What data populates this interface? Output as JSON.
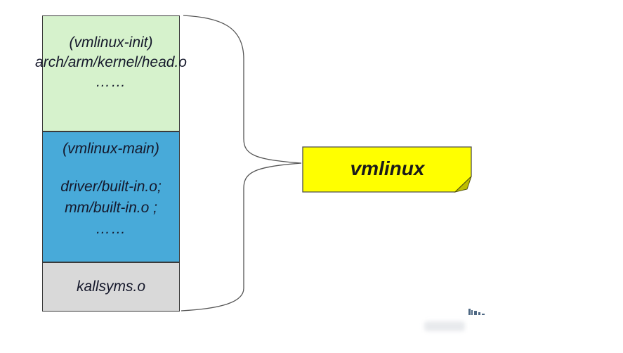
{
  "stack": {
    "border_color": "#3a3a3a",
    "sections": [
      {
        "name": "vmlinux-init",
        "bg": "#d6f2cc",
        "lines": [
          "(vmlinux-init)",
          "arch/arm/kernel/head.o",
          "……"
        ]
      },
      {
        "name": "vmlinux-main",
        "bg": "#48aad9",
        "title": "(vmlinux-main)",
        "lines": [
          "driver/built-in.o;",
          "mm/built-in.o ;",
          "……"
        ]
      },
      {
        "name": "kallsyms",
        "bg": "#d9d9d9",
        "lines": [
          "kallsyms.o"
        ]
      }
    ]
  },
  "note": {
    "label": "vmlinux",
    "bg": "#ffff00",
    "fold_color": "#bdbd00",
    "border_color": "#4d4d4d"
  },
  "brace": {
    "color": "#555555"
  },
  "watermark": {
    "color": "#31506f"
  }
}
